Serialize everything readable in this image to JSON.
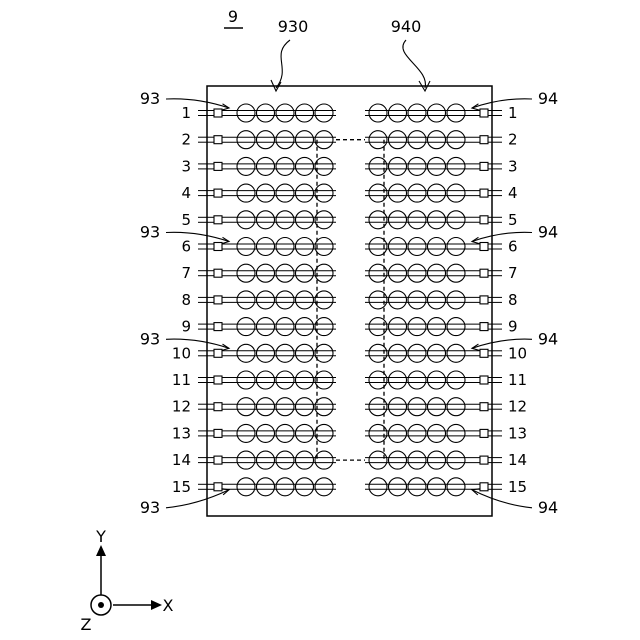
{
  "figure": {
    "number": "9",
    "group_left": "930",
    "group_right": "940",
    "callout_left": "93",
    "callout_right": "94"
  },
  "rows": {
    "count": 15,
    "labels": [
      "1",
      "2",
      "3",
      "4",
      "5",
      "6",
      "7",
      "8",
      "9",
      "10",
      "11",
      "12",
      "13",
      "14",
      "15"
    ],
    "left_callout_rows": [
      1,
      6,
      10,
      15
    ],
    "right_callout_rows": [
      1,
      6,
      10,
      15
    ],
    "coils_per_side": 5,
    "dashed_link_rows": [
      2,
      14
    ]
  },
  "axes": {
    "y": "Y",
    "x": "X",
    "z": "Z"
  }
}
